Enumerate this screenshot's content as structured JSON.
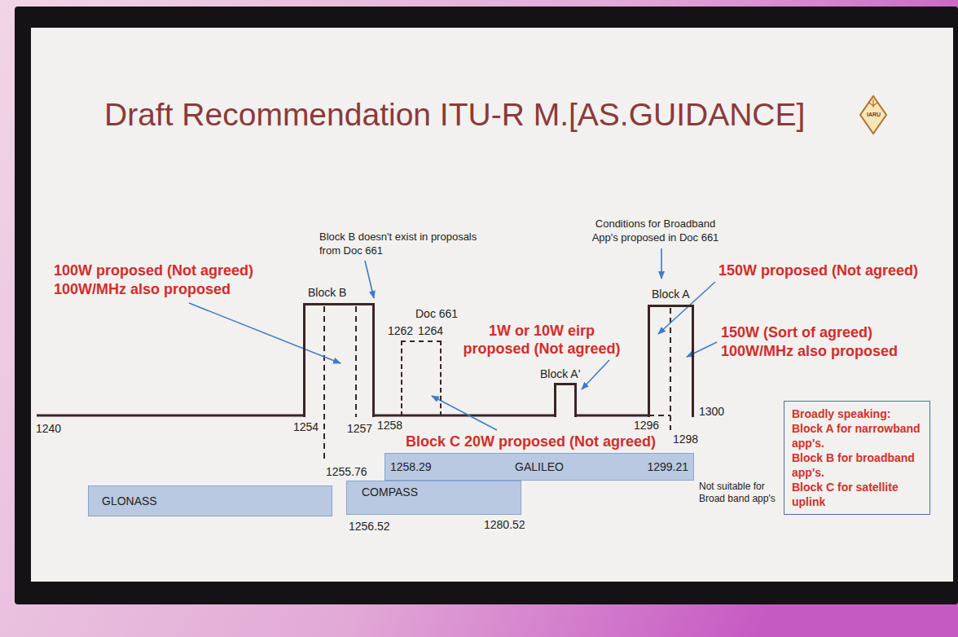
{
  "diagram": {
    "title": "Draft Recommendation ITU-R M.[AS.GUIDANCE]",
    "nodes": [
      {
        "text": [
          "Block B"
        ]
      },
      {
        "text": [
          "Doc 661"
        ]
      },
      {
        "text": [
          "Block A'"
        ]
      },
      {
        "text": [
          "Block A"
        ]
      },
      {
        "text": [
          "1258.29",
          "GALILEO",
          "1299.21"
        ]
      },
      {
        "text": [
          "GLONASS"
        ]
      },
      {
        "text": [
          "COMPASS"
        ]
      },
      {
        "text": [
          "Broadly speaking:",
          "Block A for narrowband app's.",
          "Block B for broadband app's.",
          "Block C for satellite uplink"
        ]
      }
    ],
    "labels": [
      "100W proposed (Not agreed)",
      "100W/MHz also proposed",
      "Block B doesn't exist in proposals from Doc 661",
      "1262",
      "1264",
      "1W or 10W eirp proposed (Not agreed)",
      "Conditions for Broadband App's proposed in Doc 661",
      "150W proposed (Not agreed)",
      "150W (Sort of agreed)",
      "100W/MHz also proposed",
      "Block C 20W proposed (Not agreed)",
      "1240",
      "1254",
      "1257",
      "1258",
      "1255.76",
      "1296",
      "1298",
      "1300",
      "1256.52",
      "1280.52",
      "Not suitable for Broad band app's",
      "IARU"
    ]
  }
}
